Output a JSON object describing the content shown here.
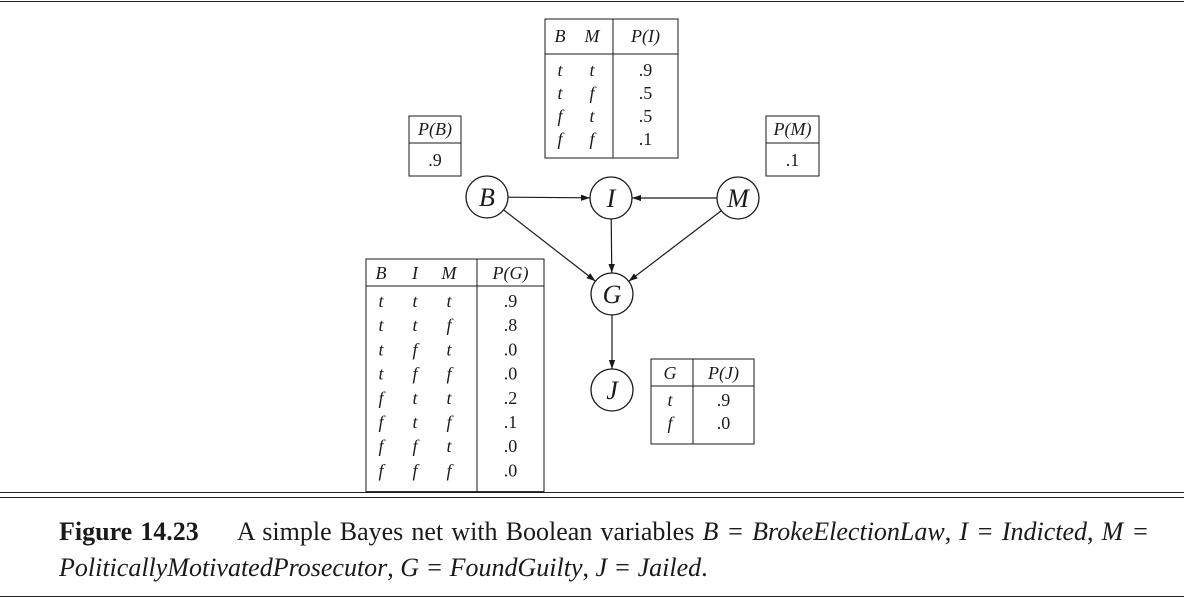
{
  "nodes": [
    {
      "id": "B",
      "label": "B"
    },
    {
      "id": "I",
      "label": "I"
    },
    {
      "id": "M",
      "label": "M"
    },
    {
      "id": "G",
      "label": "G"
    },
    {
      "id": "J",
      "label": "J"
    }
  ],
  "edges": [
    {
      "from": "B",
      "to": "I"
    },
    {
      "from": "M",
      "to": "I"
    },
    {
      "from": "B",
      "to": "G"
    },
    {
      "from": "I",
      "to": "G"
    },
    {
      "from": "M",
      "to": "G"
    },
    {
      "from": "G",
      "to": "J"
    }
  ],
  "cpts": {
    "B": {
      "vars": [],
      "prob": "P(B)",
      "rows": [
        {
          "vals": [],
          "p": ".9"
        }
      ]
    },
    "M": {
      "vars": [],
      "prob": "P(M)",
      "rows": [
        {
          "vals": [],
          "p": ".1"
        }
      ]
    },
    "I": {
      "vars": [
        "B",
        "M"
      ],
      "prob": "P(I)",
      "rows": [
        {
          "vals": [
            "t",
            "t"
          ],
          "p": ".9"
        },
        {
          "vals": [
            "t",
            "f"
          ],
          "p": ".5"
        },
        {
          "vals": [
            "f",
            "t"
          ],
          "p": ".5"
        },
        {
          "vals": [
            "f",
            "f"
          ],
          "p": ".1"
        }
      ]
    },
    "G": {
      "vars": [
        "B",
        "I",
        "M"
      ],
      "prob": "P(G)",
      "rows": [
        {
          "vals": [
            "t",
            "t",
            "t"
          ],
          "p": ".9"
        },
        {
          "vals": [
            "t",
            "t",
            "f"
          ],
          "p": ".8"
        },
        {
          "vals": [
            "t",
            "f",
            "t"
          ],
          "p": ".0"
        },
        {
          "vals": [
            "t",
            "f",
            "f"
          ],
          "p": ".0"
        },
        {
          "vals": [
            "f",
            "t",
            "t"
          ],
          "p": ".2"
        },
        {
          "vals": [
            "f",
            "t",
            "f"
          ],
          "p": ".1"
        },
        {
          "vals": [
            "f",
            "f",
            "t"
          ],
          "p": ".0"
        },
        {
          "vals": [
            "f",
            "f",
            "f"
          ],
          "p": ".0"
        }
      ]
    },
    "J": {
      "vars": [
        "G"
      ],
      "prob": "P(J)",
      "rows": [
        {
          "vals": [
            "t"
          ],
          "p": ".9"
        },
        {
          "vals": [
            "f"
          ],
          "p": ".0"
        }
      ]
    }
  },
  "caption": {
    "figure_label": "Figure 14.23",
    "text_1": "A simple Bayes net with Boolean variables ",
    "def_B": "B = BrokeElectionLaw",
    "def_I": "I = Indicted",
    "def_M": "M = PoliticallyMotivatedProsecutor",
    "def_G": "G = FoundGuilty",
    "def_J": "J = Jailed",
    "sep": ", ",
    "end": "."
  }
}
